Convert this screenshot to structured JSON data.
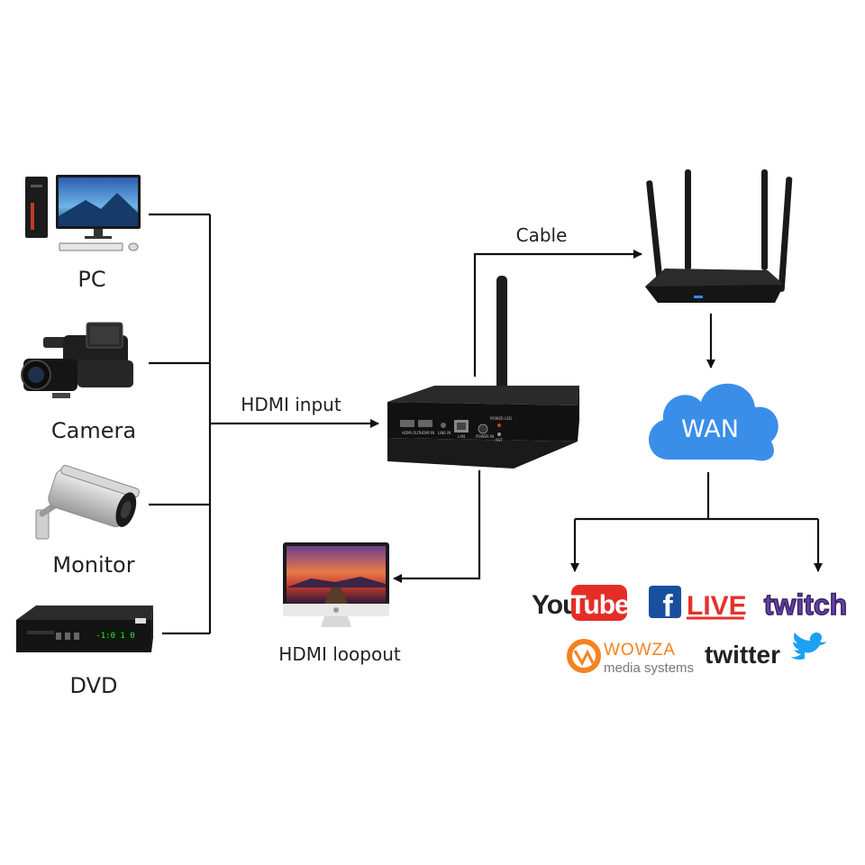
{
  "sources": [
    {
      "id": "pc",
      "label": "PC",
      "icon": "desktop-pc-icon"
    },
    {
      "id": "camera",
      "label": "Camera",
      "icon": "video-camera-icon"
    },
    {
      "id": "monitor",
      "label": "Monitor",
      "icon": "cctv-camera-icon"
    },
    {
      "id": "dvd",
      "label": "DVD",
      "icon": "dvd-player-icon"
    }
  ],
  "connections": {
    "hdmi_input": "HDMI input",
    "cable": "Cable",
    "hdmi_loopout": "HDMI loopout"
  },
  "encoder": {
    "icon": "hdmi-encoder-icon",
    "port_labels": [
      "HDMI OUT",
      "HDMI IN",
      "LINE IN",
      "LAN",
      "POWER IN",
      "POWER LED",
      "RST"
    ]
  },
  "router": {
    "icon": "wifi-router-icon"
  },
  "cloud": {
    "label": "WAN",
    "color": "#3b8ee8"
  },
  "platforms": {
    "youtube": {
      "you": "You",
      "tube": "Tube",
      "color": "#e52d27"
    },
    "facebook_live": {
      "f": "f",
      "live": "LIVE",
      "color": "#1a4fa0",
      "live_color": "#e5312b"
    },
    "twitch": {
      "label": "twitch",
      "color": "#6441a5"
    },
    "wowza": {
      "name": "WOWZA",
      "sub": "media systems",
      "color": "#f58220"
    },
    "twitter": {
      "label": "twitter",
      "color": "#1da1f2"
    }
  },
  "line_color": "#111111"
}
